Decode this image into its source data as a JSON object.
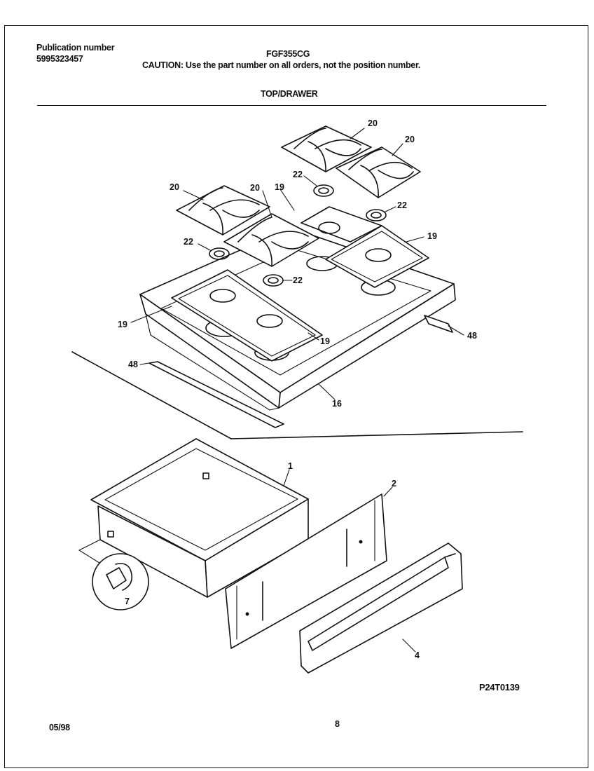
{
  "header": {
    "publication_label": "Publication number",
    "publication_number": "5995323457",
    "model": "FGF355CG",
    "caution": "CAUTION:  Use the part number on all orders, not the position number.",
    "section_title": "TOP/DRAWER"
  },
  "callouts": {
    "grate": "20",
    "burner_ring": "22",
    "gasket": "19",
    "cooktop": "16",
    "trim_strip": "48",
    "drawer": "1",
    "drawer_front_panel": "2",
    "drawer_handle_panel": "4",
    "drawer_roller": "7"
  },
  "footer": {
    "figure_id": "P24T0139",
    "date": "05/98",
    "page": "8"
  }
}
